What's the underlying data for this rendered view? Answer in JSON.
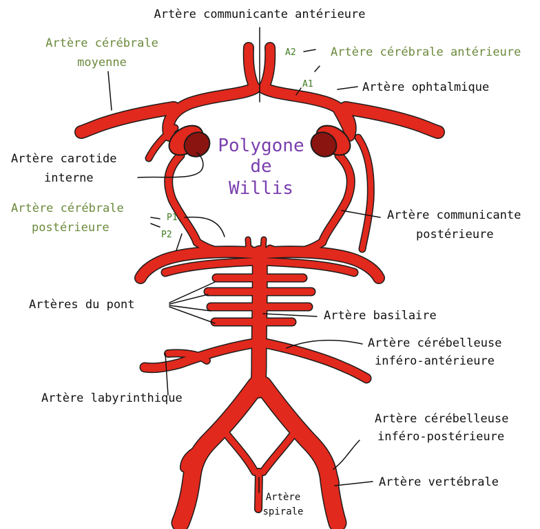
{
  "title": {
    "line1": "Polygone",
    "line2": "de",
    "line3": "Willis"
  },
  "labels": {
    "communicante_anterieure": "Artère communicante antérieure",
    "cerebrale_moyenne_1": "Artère cérébrale",
    "cerebrale_moyenne_2": "moyenne",
    "cerebrale_anterieure": "Artère cérébrale antérieure",
    "ophtalmique": "Artère ophtalmique",
    "carotide_1": "Artère carotide",
    "carotide_2": "interne",
    "cerebrale_posterieure_1": "Artère cérébrale",
    "cerebrale_posterieure_2": "postérieure",
    "communicante_posterieure_1": "Artère communicante",
    "communicante_posterieure_2": "postérieure",
    "pont": "Artères du pont",
    "basilaire": "Artère basilaire",
    "cerebelleuse_ia_1": "Artère cérébelleuse",
    "cerebelleuse_ia_2": "inféro-antérieure",
    "labyrinthique": "Artère labyrinthique",
    "cerebelleuse_ip_1": "Artère cérébelleuse",
    "cerebelleuse_ip_2": "inféro-postérieure",
    "vertebrale": "Artère vertébrale",
    "spirale_1": "Artère",
    "spirale_2": "spirale"
  },
  "segments": {
    "a2": "A2",
    "a1": "A1",
    "p1": "P1",
    "p2": "P2"
  },
  "colors": {
    "artery": "#e1291d",
    "lumen": "#8a1410",
    "green_label": "#6b8a3c",
    "title": "#7a3fae"
  }
}
